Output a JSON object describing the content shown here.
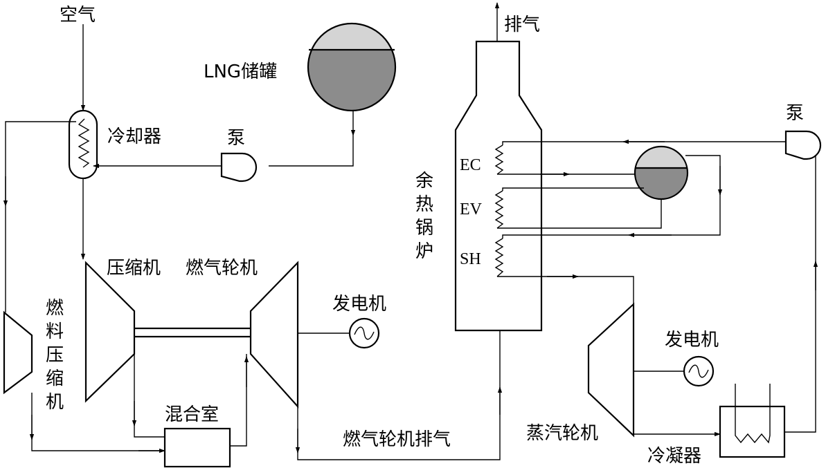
{
  "labels": {
    "air": "空气",
    "lng_tank": "LNG储罐",
    "cooler": "冷却器",
    "pump_lng": "泵",
    "compressor": "压缩机",
    "gas_turbine": "燃气轮机",
    "fuel_compressor": [
      "燃",
      "料",
      "压",
      "缩",
      "机"
    ],
    "generator_gt": "发电机",
    "mixing_chamber": "混合室",
    "gt_exhaust": "燃气轮机排气",
    "exhaust": "排气",
    "hrsg": [
      "余",
      "热",
      "锅",
      "炉"
    ],
    "ec": "EC",
    "ev": "EV",
    "sh": "SH",
    "pump_water": "泵",
    "generator_st": "发电机",
    "steam_turbine": "蒸汽轮机",
    "condenser": "冷凝器"
  },
  "colors": {
    "liquid": "#8c8c8c",
    "vapor": "#d4d4d4",
    "line": "#000000"
  }
}
